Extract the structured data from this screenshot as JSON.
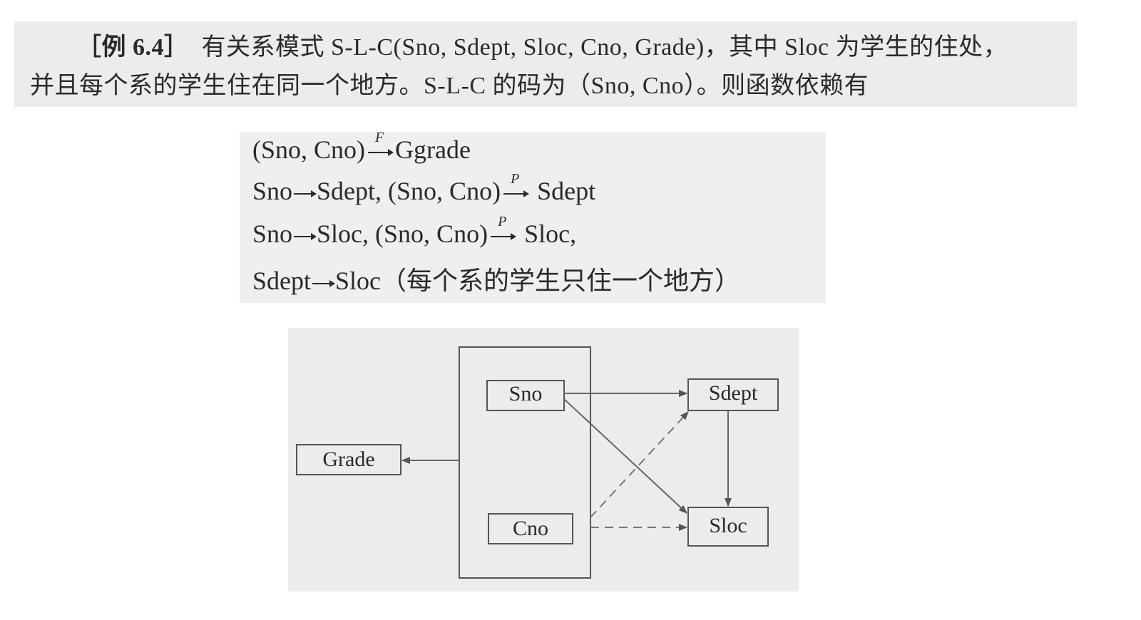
{
  "intro": {
    "example_tag": "［例 6.4］",
    "line1": "有关系模式 S-L-C(Sno, Sdept, Sloc, Cno, Grade)，其中 Sloc 为学生的住处，",
    "line2": "并且每个系的学生住在同一个地方。S-L-C 的码为（Sno, Cno）。则函数依赖有"
  },
  "formulas": {
    "row1": {
      "left": "(Sno, Cno)",
      "arrow_label": "F",
      "right": "Ggrade"
    },
    "row2": {
      "a": "Sno",
      "b": "Sdept,",
      "left": "(Sno, Cno)",
      "arrow_label": "P",
      "right": "Sdept"
    },
    "row3": {
      "a": "Sno",
      "b": "Sloc,",
      "left": "(Sno, Cno)",
      "arrow_label": "P",
      "right": "Sloc,"
    },
    "row4": {
      "a": "Sdept",
      "b": "Sloc",
      "note": "（每个系的学生只住一个地方）"
    }
  },
  "diagram": {
    "nodes": {
      "grade": "Grade",
      "sno": "Sno",
      "cno": "Cno",
      "sdept": "Sdept",
      "sloc": "Sloc"
    }
  }
}
